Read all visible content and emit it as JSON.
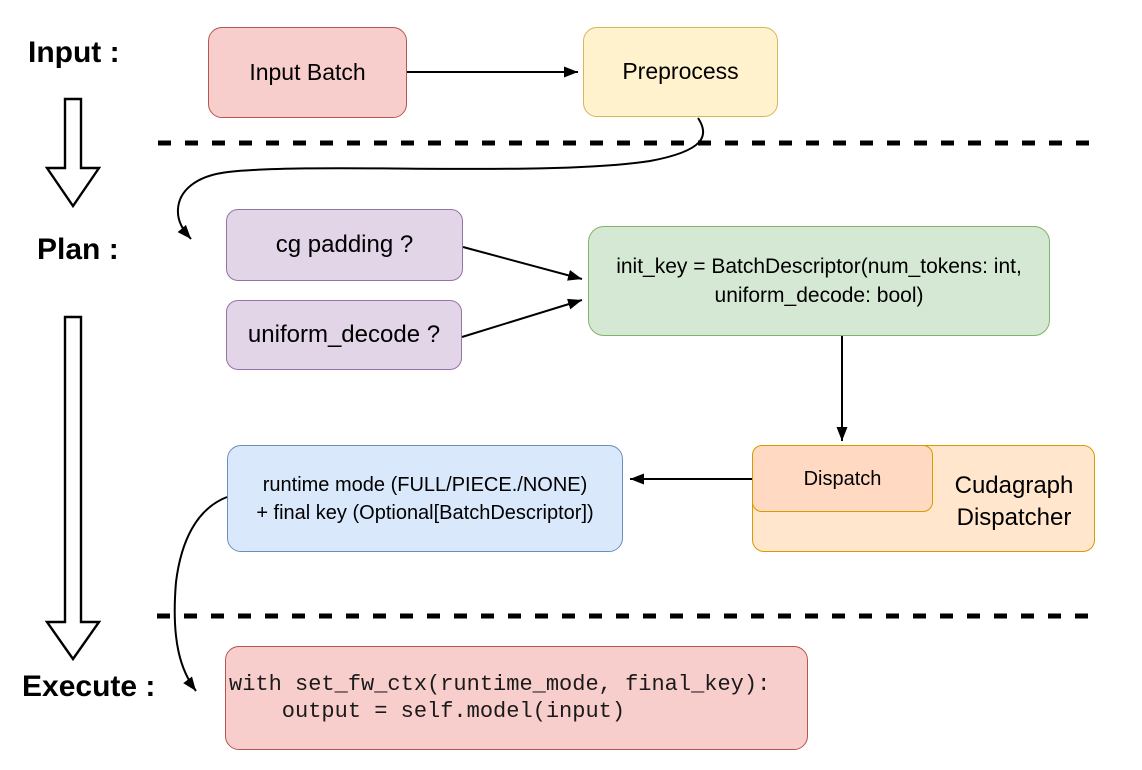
{
  "palette": {
    "red_fill": "#F8CECC",
    "red_stroke": "#B85450",
    "yellow_fill": "#FFF2CC",
    "yellow_stroke": "#D6B656",
    "purple_fill": "#E1D5E7",
    "purple_stroke": "#9673A6",
    "green_fill": "#D5E8D4",
    "green_stroke": "#82B366",
    "blue_fill": "#DAE8FC",
    "blue_stroke": "#6C8EBF",
    "orange_fill": "#FFE6CC",
    "orange_inner_fill": "#FFD9C2",
    "orange_stroke": "#D79B00",
    "connector_color": "#000000",
    "background": "#FFFFFF"
  },
  "sections": {
    "input_label": "Input :",
    "plan_label": "Plan :",
    "execute_label": "Execute :"
  },
  "nodes": {
    "input_batch": "Input Batch",
    "preprocess": "Preprocess",
    "cg_padding": "cg padding ?",
    "uniform_decode": "uniform_decode ?",
    "init_key_line1": "init_key = BatchDescriptor(num_tokens: int,",
    "init_key_line2": "uniform_decode: bool)",
    "dispatch": "Dispatch",
    "dispatcher_line1": "Cudagraph",
    "dispatcher_line2": "Dispatcher",
    "runtime_line1": "runtime mode (FULL/PIECE./NONE)",
    "runtime_line2": "+ final key (Optional[BatchDescriptor])",
    "code_line1": "with set_fw_ctx(runtime_mode, final_key):",
    "code_line2": "    output = self.model(input)"
  }
}
